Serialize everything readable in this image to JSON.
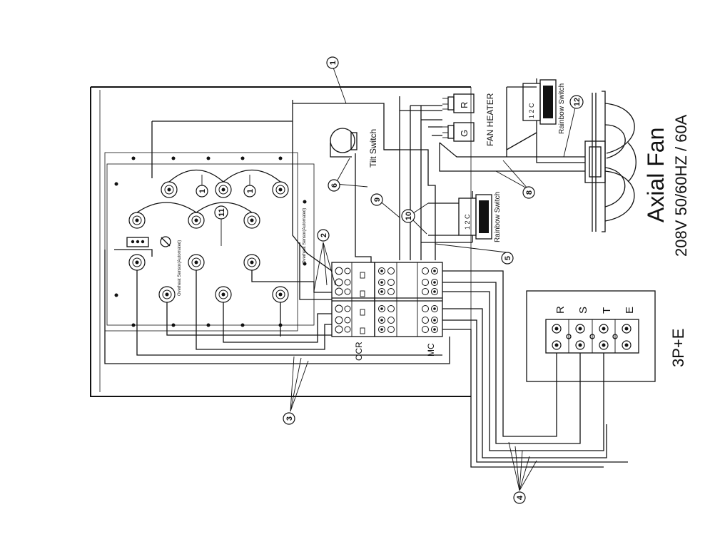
{
  "title": "Axial Fan",
  "spec": "208V 50/60HZ / 60A",
  "power_label": "3P+E",
  "terminal_labels": [
    "R",
    "S",
    "T",
    "E"
  ],
  "component_labels": {
    "tilt_switch": "Tilt Switch",
    "fan_heater": "FAN  HEATER",
    "rainbow_switch_top": "Rainbow Switch",
    "rainbow_switch_mid": "Rainbow Switch",
    "ocr": "OCR",
    "mc": "MC",
    "overheat_sensor_a": "Overheat\nSensor(Automated)",
    "overheat_sensor_b": "Overheat\nSensor(Automated)",
    "connector_r": "R",
    "connector_g": "G",
    "switch_pins_top": "1 2 C",
    "switch_pins_mid": "1 2 C"
  },
  "callouts": [
    "1",
    "1",
    "1",
    "2",
    "3",
    "4",
    "5",
    "6",
    "8",
    "9",
    "10",
    "11",
    "12"
  ]
}
